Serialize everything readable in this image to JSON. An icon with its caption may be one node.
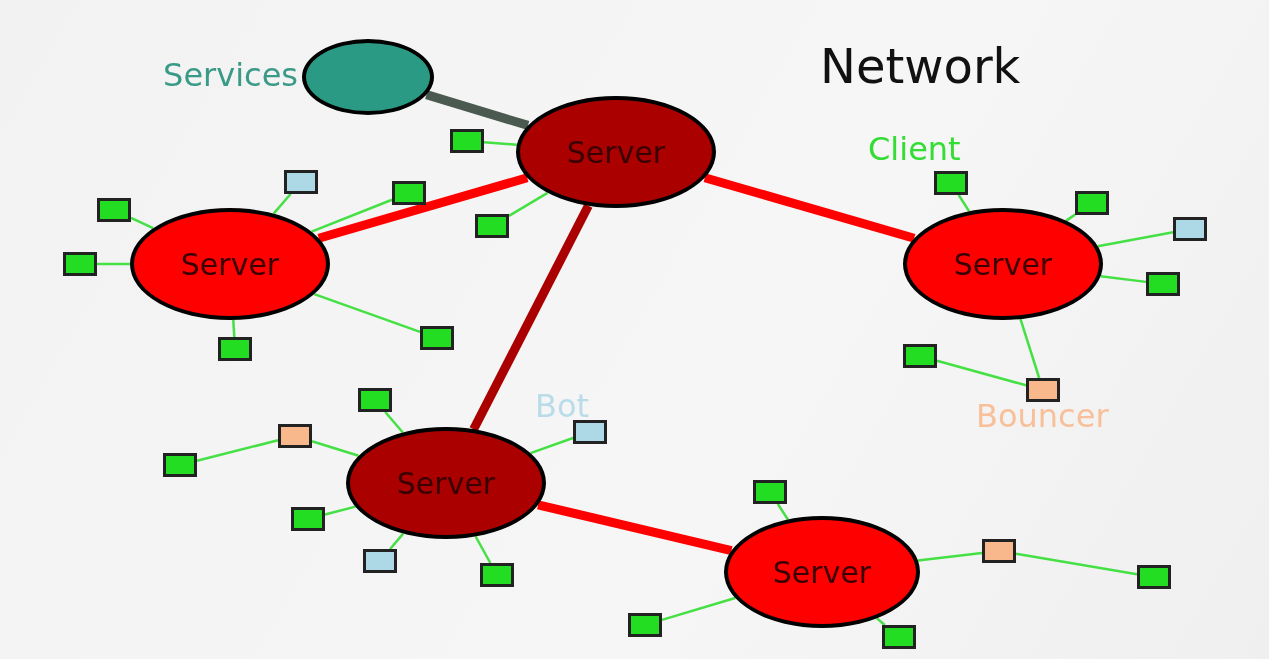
{
  "diagram": {
    "title": "Network",
    "nodes": [
      {
        "text": [],
        "shape": "circle",
        "beside": [
          "Services"
        ]
      },
      {
        "text": [
          "Server"
        ]
      },
      {
        "text": [
          "Server"
        ]
      },
      {
        "text": [
          "Server"
        ]
      },
      {
        "text": [
          "Server"
        ]
      },
      {
        "text": [
          "Server"
        ]
      },
      {
        "text": [],
        "shape": "box"
      },
      {
        "text": [],
        "shape": "box"
      },
      {
        "text": [],
        "shape": "box"
      },
      {
        "text": [],
        "shape": "box"
      },
      {
        "text": [],
        "shape": "box"
      },
      {
        "text": [],
        "shape": "box"
      },
      {
        "text": [],
        "shape": "box"
      },
      {
        "text": [],
        "shape": "box"
      },
      {
        "text": [],
        "shape": "box"
      },
      {
        "text": [],
        "shape": "box"
      },
      {
        "text": [],
        "shape": "box"
      },
      {
        "text": [],
        "shape": "box"
      },
      {
        "text": [],
        "shape": "box"
      },
      {
        "text": [],
        "shape": "box"
      },
      {
        "text": [],
        "shape": "box"
      },
      {
        "text": [],
        "shape": "box"
      },
      {
        "text": [],
        "shape": "box"
      },
      {
        "text": [],
        "shape": "box"
      },
      {
        "text": [],
        "shape": "box"
      },
      {
        "text": [],
        "shape": "box"
      },
      {
        "text": [],
        "shape": "box"
      },
      {
        "text": [],
        "shape": "box"
      },
      {
        "text": [],
        "shape": "box"
      },
      {
        "text": [],
        "shape": "box"
      },
      {
        "text": [],
        "shape": "box"
      },
      {
        "text": [],
        "shape": "box"
      }
    ],
    "edges": [
      {
        "from": 0,
        "to": 1,
        "arrow": "none",
        "style": "thick",
        "color": "#4a5a50"
      },
      {
        "from": 1,
        "to": 2,
        "arrow": "none",
        "style": "thick",
        "color": "#ff0000"
      },
      {
        "from": 1,
        "to": 3,
        "arrow": "none",
        "style": "thick",
        "color": "#ff0000"
      },
      {
        "from": 1,
        "to": 4,
        "arrow": "none",
        "style": "thick",
        "color": "#aa0000"
      },
      {
        "from": 4,
        "to": 5,
        "arrow": "none",
        "style": "thick",
        "color": "#ff0000"
      },
      {
        "from": 1,
        "to": 6,
        "arrow": "none"
      },
      {
        "from": 1,
        "to": 12,
        "arrow": "none"
      },
      {
        "from": 2,
        "to": 7,
        "arrow": "none"
      },
      {
        "from": 2,
        "to": 9,
        "arrow": "none"
      },
      {
        "from": 2,
        "to": 11,
        "arrow": "none"
      },
      {
        "from": 2,
        "to": 14,
        "arrow": "none"
      },
      {
        "from": 2,
        "to": 16,
        "arrow": "none"
      },
      {
        "from": 2,
        "to": 17,
        "arrow": "none"
      },
      {
        "from": 3,
        "to": 8,
        "arrow": "none"
      },
      {
        "from": 3,
        "to": 10,
        "arrow": "none"
      },
      {
        "from": 3,
        "to": 13,
        "arrow": "none"
      },
      {
        "from": 3,
        "to": 15,
        "arrow": "none"
      },
      {
        "from": 3,
        "to": 19,
        "arrow": "none"
      },
      {
        "from": 19,
        "to": 18,
        "arrow": "none"
      },
      {
        "from": 4,
        "to": 20,
        "arrow": "none"
      },
      {
        "from": 4,
        "to": 21,
        "arrow": "none"
      },
      {
        "from": 4,
        "to": 22,
        "arrow": "none"
      },
      {
        "from": 22,
        "to": 23,
        "arrow": "none"
      },
      {
        "from": 4,
        "to": 25,
        "arrow": "none"
      },
      {
        "from": 4,
        "to": 27,
        "arrow": "none"
      },
      {
        "from": 4,
        "to": 28,
        "arrow": "none"
      },
      {
        "from": 5,
        "to": 24,
        "arrow": "none"
      },
      {
        "from": 5,
        "to": 26,
        "arrow": "none"
      },
      {
        "from": 26,
        "to": 29,
        "arrow": "none"
      },
      {
        "from": 5,
        "to": 30,
        "arrow": "none"
      },
      {
        "from": 5,
        "to": 31,
        "arrow": "none"
      }
    ],
    "labels": [
      "Client",
      "Bot",
      "Bouncer"
    ]
  }
}
